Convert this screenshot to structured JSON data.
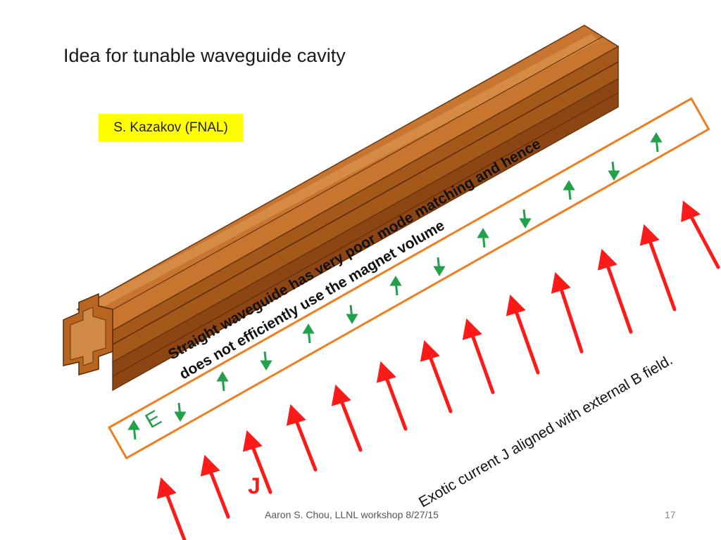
{
  "slide": {
    "title": "Idea for tunable waveguide cavity",
    "credit": "S. Kazakov (FNAL)",
    "annotation_line1": "Straight waveguide has very poor mode matching and hence",
    "annotation_line2": "does not efficiently use the magnet volume",
    "e_label": "E",
    "j_label": "J",
    "exotic_current": "Exotic current J aligned with external B field.",
    "footer": "Aaron S. Chou, LLNL workshop 8/27/15",
    "page_number": "17"
  },
  "colors": {
    "copper_face": "#b8661f",
    "copper_dark": "#7a3d10",
    "copper_light": "#d98a3c",
    "box_border": "#f07d1e",
    "e_arrow": "#22a04a",
    "j_arrow": "#ff1a1a",
    "credit_bg": "#ffff00"
  },
  "icons": {
    "e_field_arrow": "green-arrow-icon",
    "current_arrow": "red-arrow-icon"
  }
}
